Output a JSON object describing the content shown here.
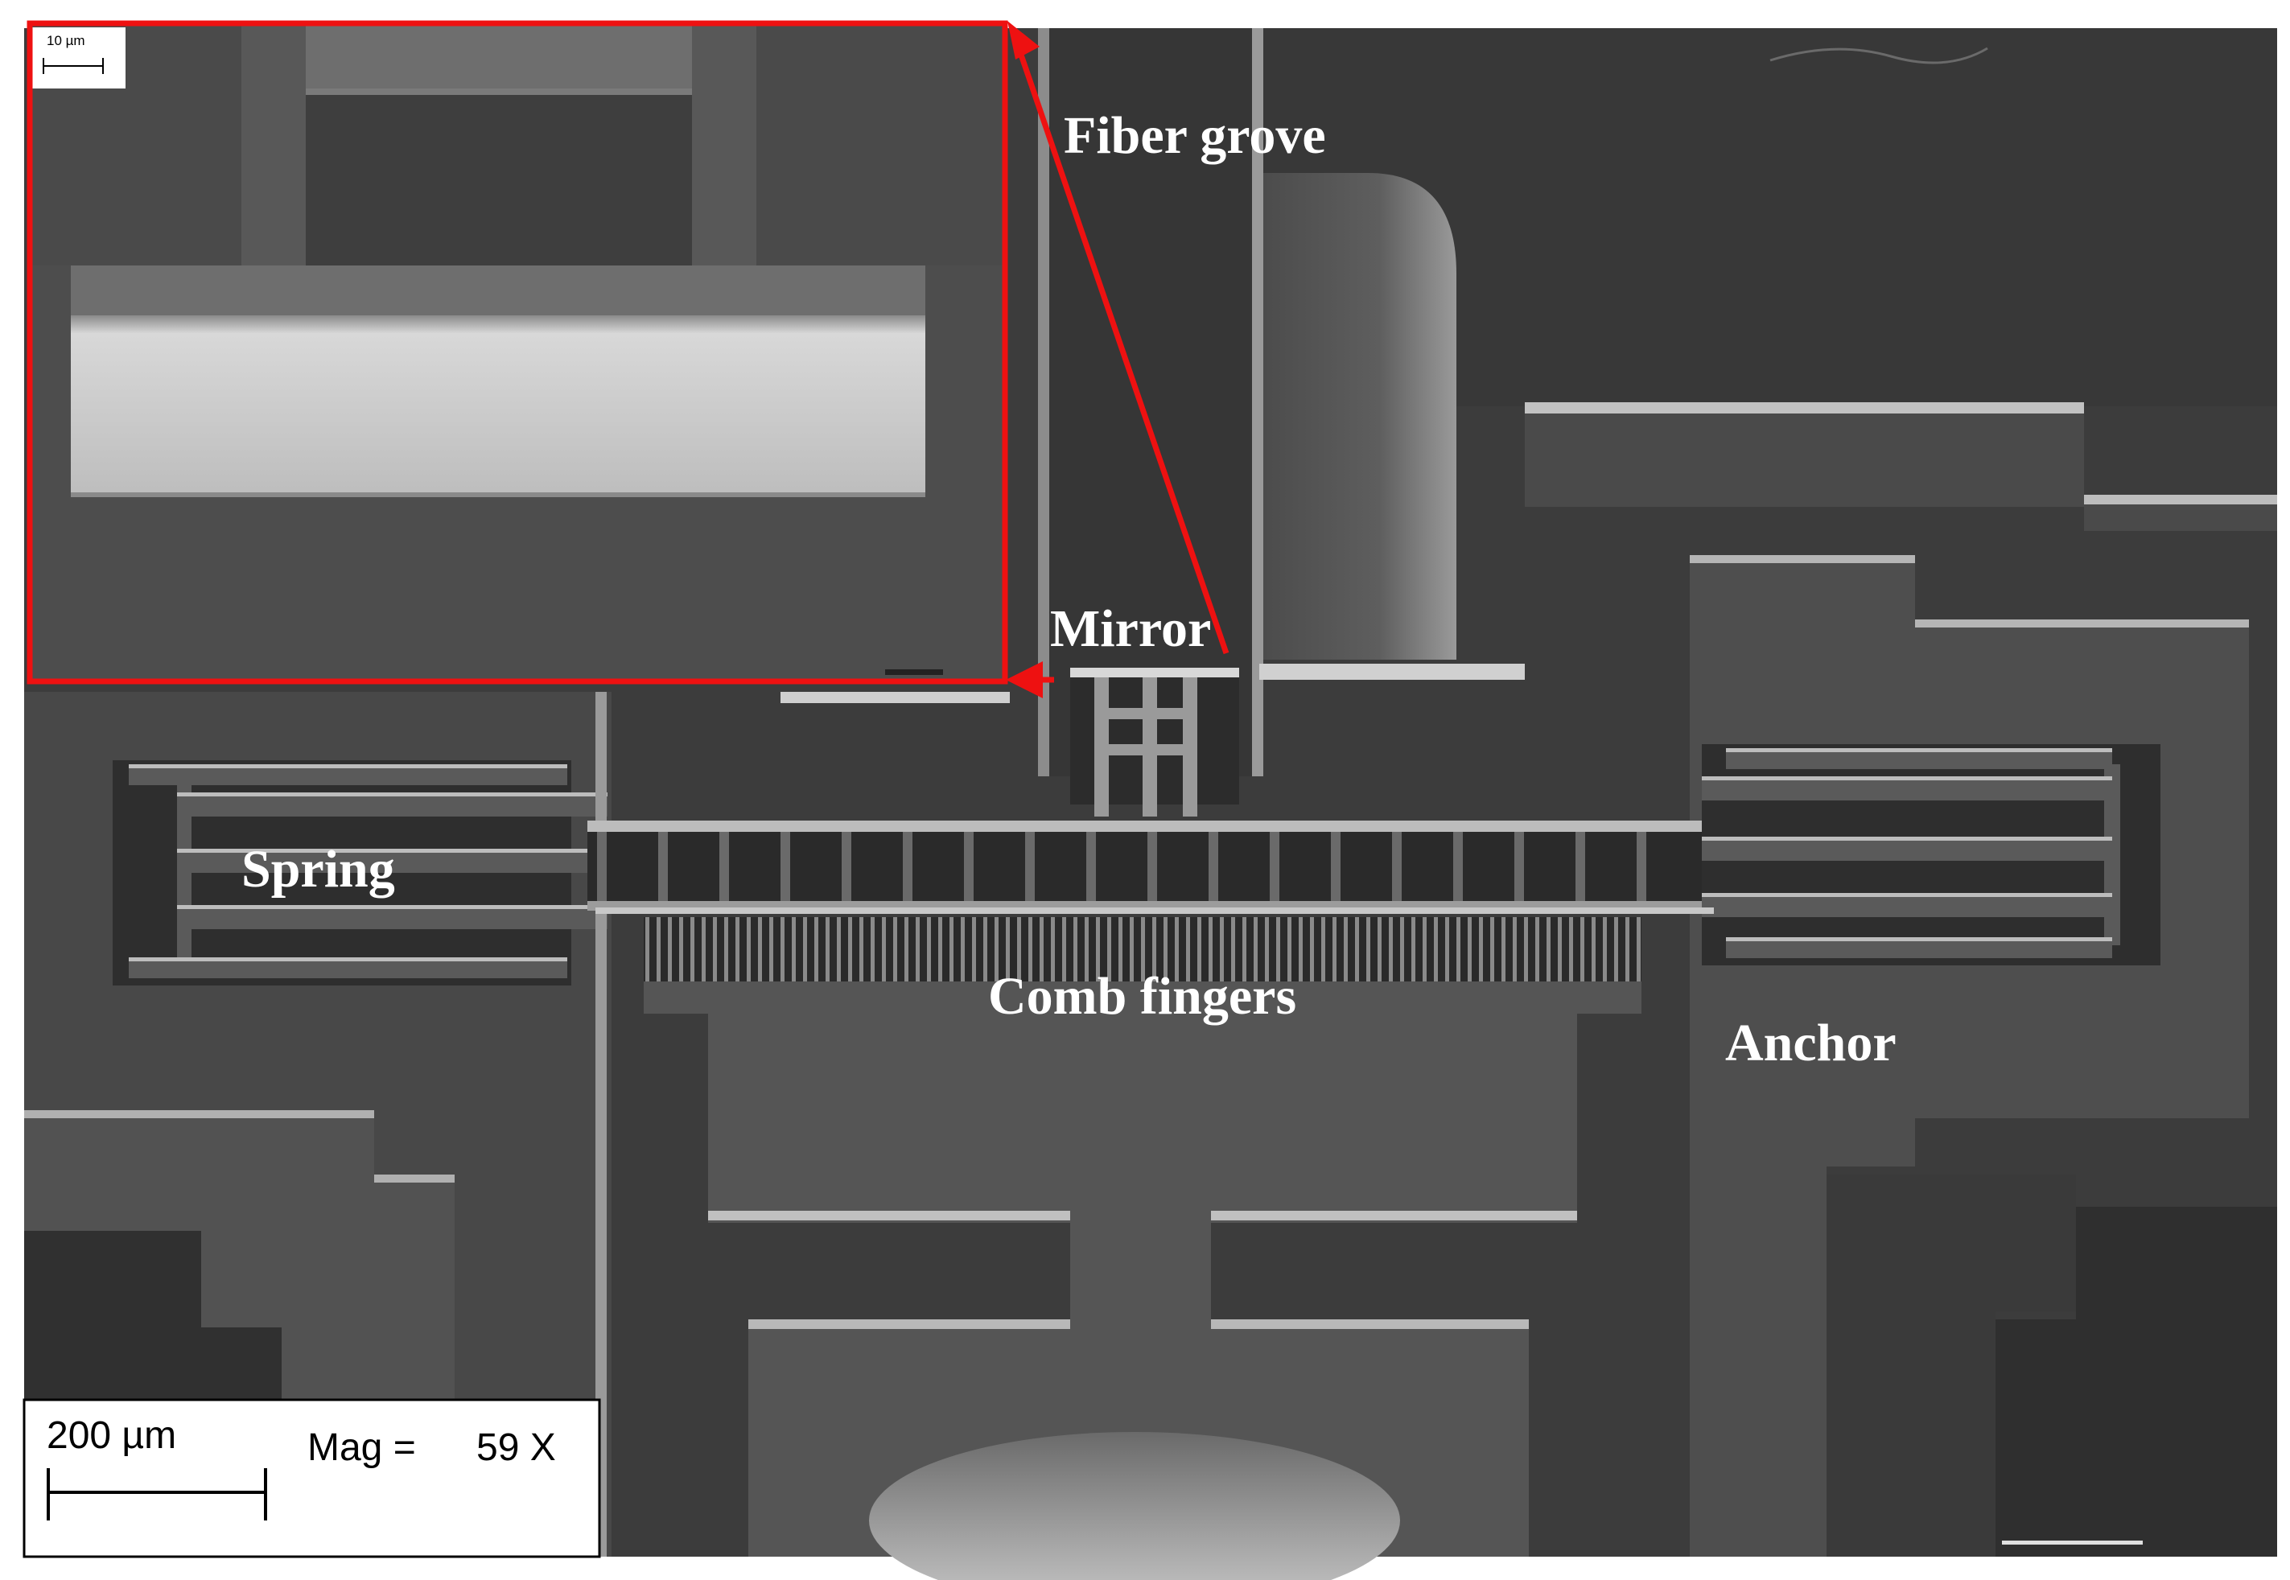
{
  "labels": {
    "fiber_grove": "Fiber grove",
    "mirror": "Mirror",
    "spring": "Spring",
    "comb_fingers": "Comb fingers",
    "anchor": "Anchor"
  },
  "scale_bar": {
    "length_label": "200 µm",
    "mag_label": "Mag =",
    "mag_value": "59 X"
  },
  "inset": {
    "scale_label": "10 µm"
  },
  "colors": {
    "callout": "#ee1111",
    "background": "#ffffff",
    "label_text": "#ffffff"
  }
}
